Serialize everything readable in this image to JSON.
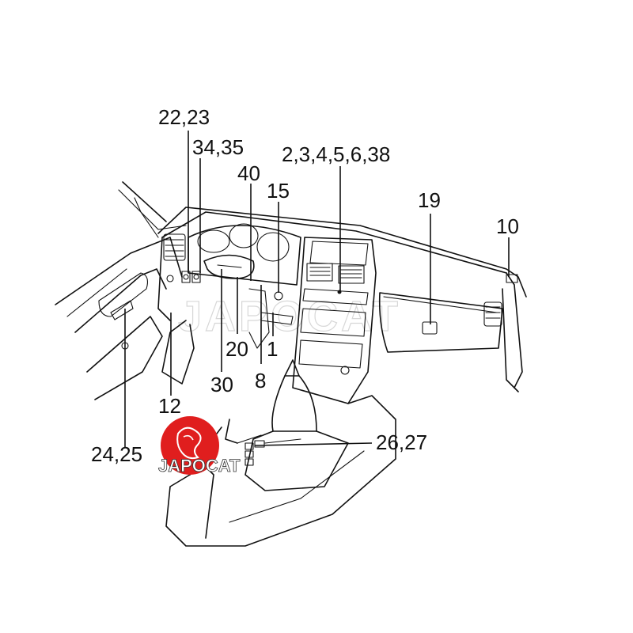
{
  "callouts": {
    "c_22_23": "22,23",
    "c_34_35": "34,35",
    "c_40": "40",
    "c_15": "15",
    "c_2_38": "2,3,4,5,6,38",
    "c_19": "19",
    "c_10": "10",
    "c_20": "20",
    "c_1": "1",
    "c_30": "30",
    "c_8": "8",
    "c_12": "12",
    "c_24_25": "24,25",
    "c_26_27": "26,27"
  },
  "watermark": "JAPOCAT",
  "logo": {
    "text": "JAPOCAT",
    "color": "#e01e1e"
  }
}
